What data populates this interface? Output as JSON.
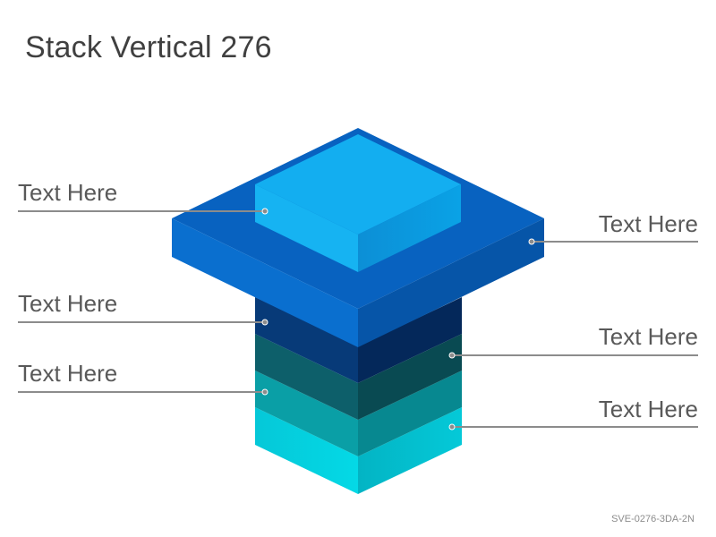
{
  "title": "Stack Vertical 276",
  "code": "SVE-0276-3DA-2N",
  "labels": {
    "top_cube": "Text Here",
    "platform": "Text Here",
    "layer_navy": "Text Here",
    "layer_teal_dark": "Text Here",
    "layer_teal": "Text Here",
    "layer_cyan": "Text Here"
  },
  "colors": {
    "top_cube": "#13aef0",
    "platform": "#0866bf",
    "layer_navy": "#06326a",
    "layer_teal_dark": "#0c5c66",
    "layer_teal": "#08989e",
    "layer_cyan": "#05d2e0",
    "leader_line": "#8c8c8c"
  }
}
